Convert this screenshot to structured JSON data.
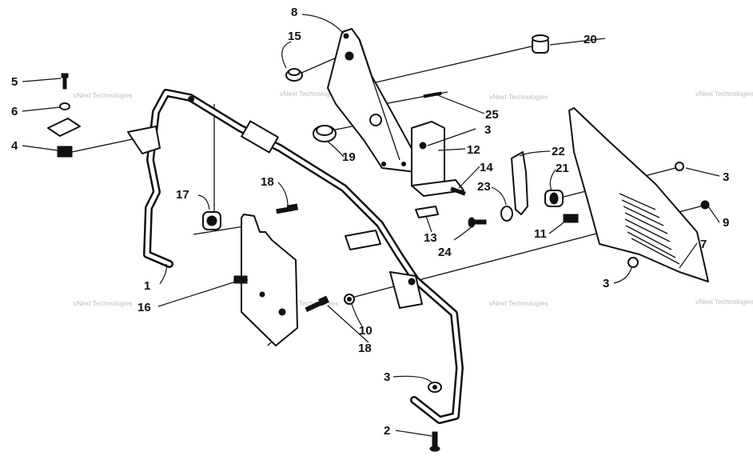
{
  "watermark": "vNext Technologies",
  "callouts": [
    {
      "id": "c1",
      "text": "1"
    },
    {
      "id": "c2",
      "text": "2"
    },
    {
      "id": "c3a",
      "text": "3"
    },
    {
      "id": "c3b",
      "text": "3"
    },
    {
      "id": "c3c",
      "text": "3"
    },
    {
      "id": "c3d",
      "text": "3"
    },
    {
      "id": "c4",
      "text": "4"
    },
    {
      "id": "c5",
      "text": "5"
    },
    {
      "id": "c6",
      "text": "6"
    },
    {
      "id": "c7",
      "text": "7"
    },
    {
      "id": "c8",
      "text": "8"
    },
    {
      "id": "c9",
      "text": "9"
    },
    {
      "id": "c10",
      "text": "10"
    },
    {
      "id": "c11",
      "text": "11"
    },
    {
      "id": "c12",
      "text": "12"
    },
    {
      "id": "c13",
      "text": "13"
    },
    {
      "id": "c14",
      "text": "14"
    },
    {
      "id": "c15",
      "text": "15"
    },
    {
      "id": "c16",
      "text": "16"
    },
    {
      "id": "c17",
      "text": "17"
    },
    {
      "id": "c18a",
      "text": "18"
    },
    {
      "id": "c18b",
      "text": "18"
    },
    {
      "id": "c19",
      "text": "19"
    },
    {
      "id": "c20",
      "text": "20"
    },
    {
      "id": "c21",
      "text": "21"
    },
    {
      "id": "c22",
      "text": "22"
    },
    {
      "id": "c23",
      "text": "23"
    },
    {
      "id": "c24",
      "text": "24"
    },
    {
      "id": "c25",
      "text": "25"
    }
  ]
}
